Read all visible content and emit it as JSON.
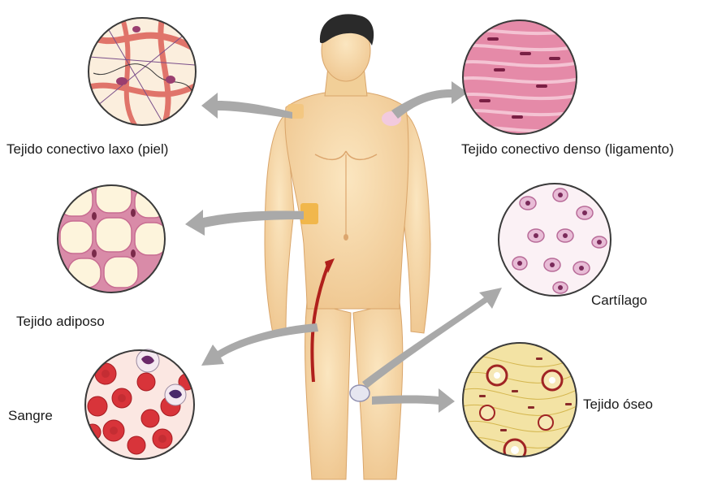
{
  "labels": {
    "laxo": "Tejido conectivo laxo (piel)",
    "denso": "Tejido conectivo denso (ligamento)",
    "adiposo": "Tejido adiposo",
    "cartilago": "Cartílago",
    "sangre": "Sangre",
    "oseo": "Tejido óseo"
  },
  "colors": {
    "skin": "#f6d9a8",
    "skin_shadow": "#e8b97c",
    "hair": "#2a2a2a",
    "arrow": "#a9a9a9",
    "vessel": "#b0201c",
    "circle_border": "#3a3a3a"
  }
}
